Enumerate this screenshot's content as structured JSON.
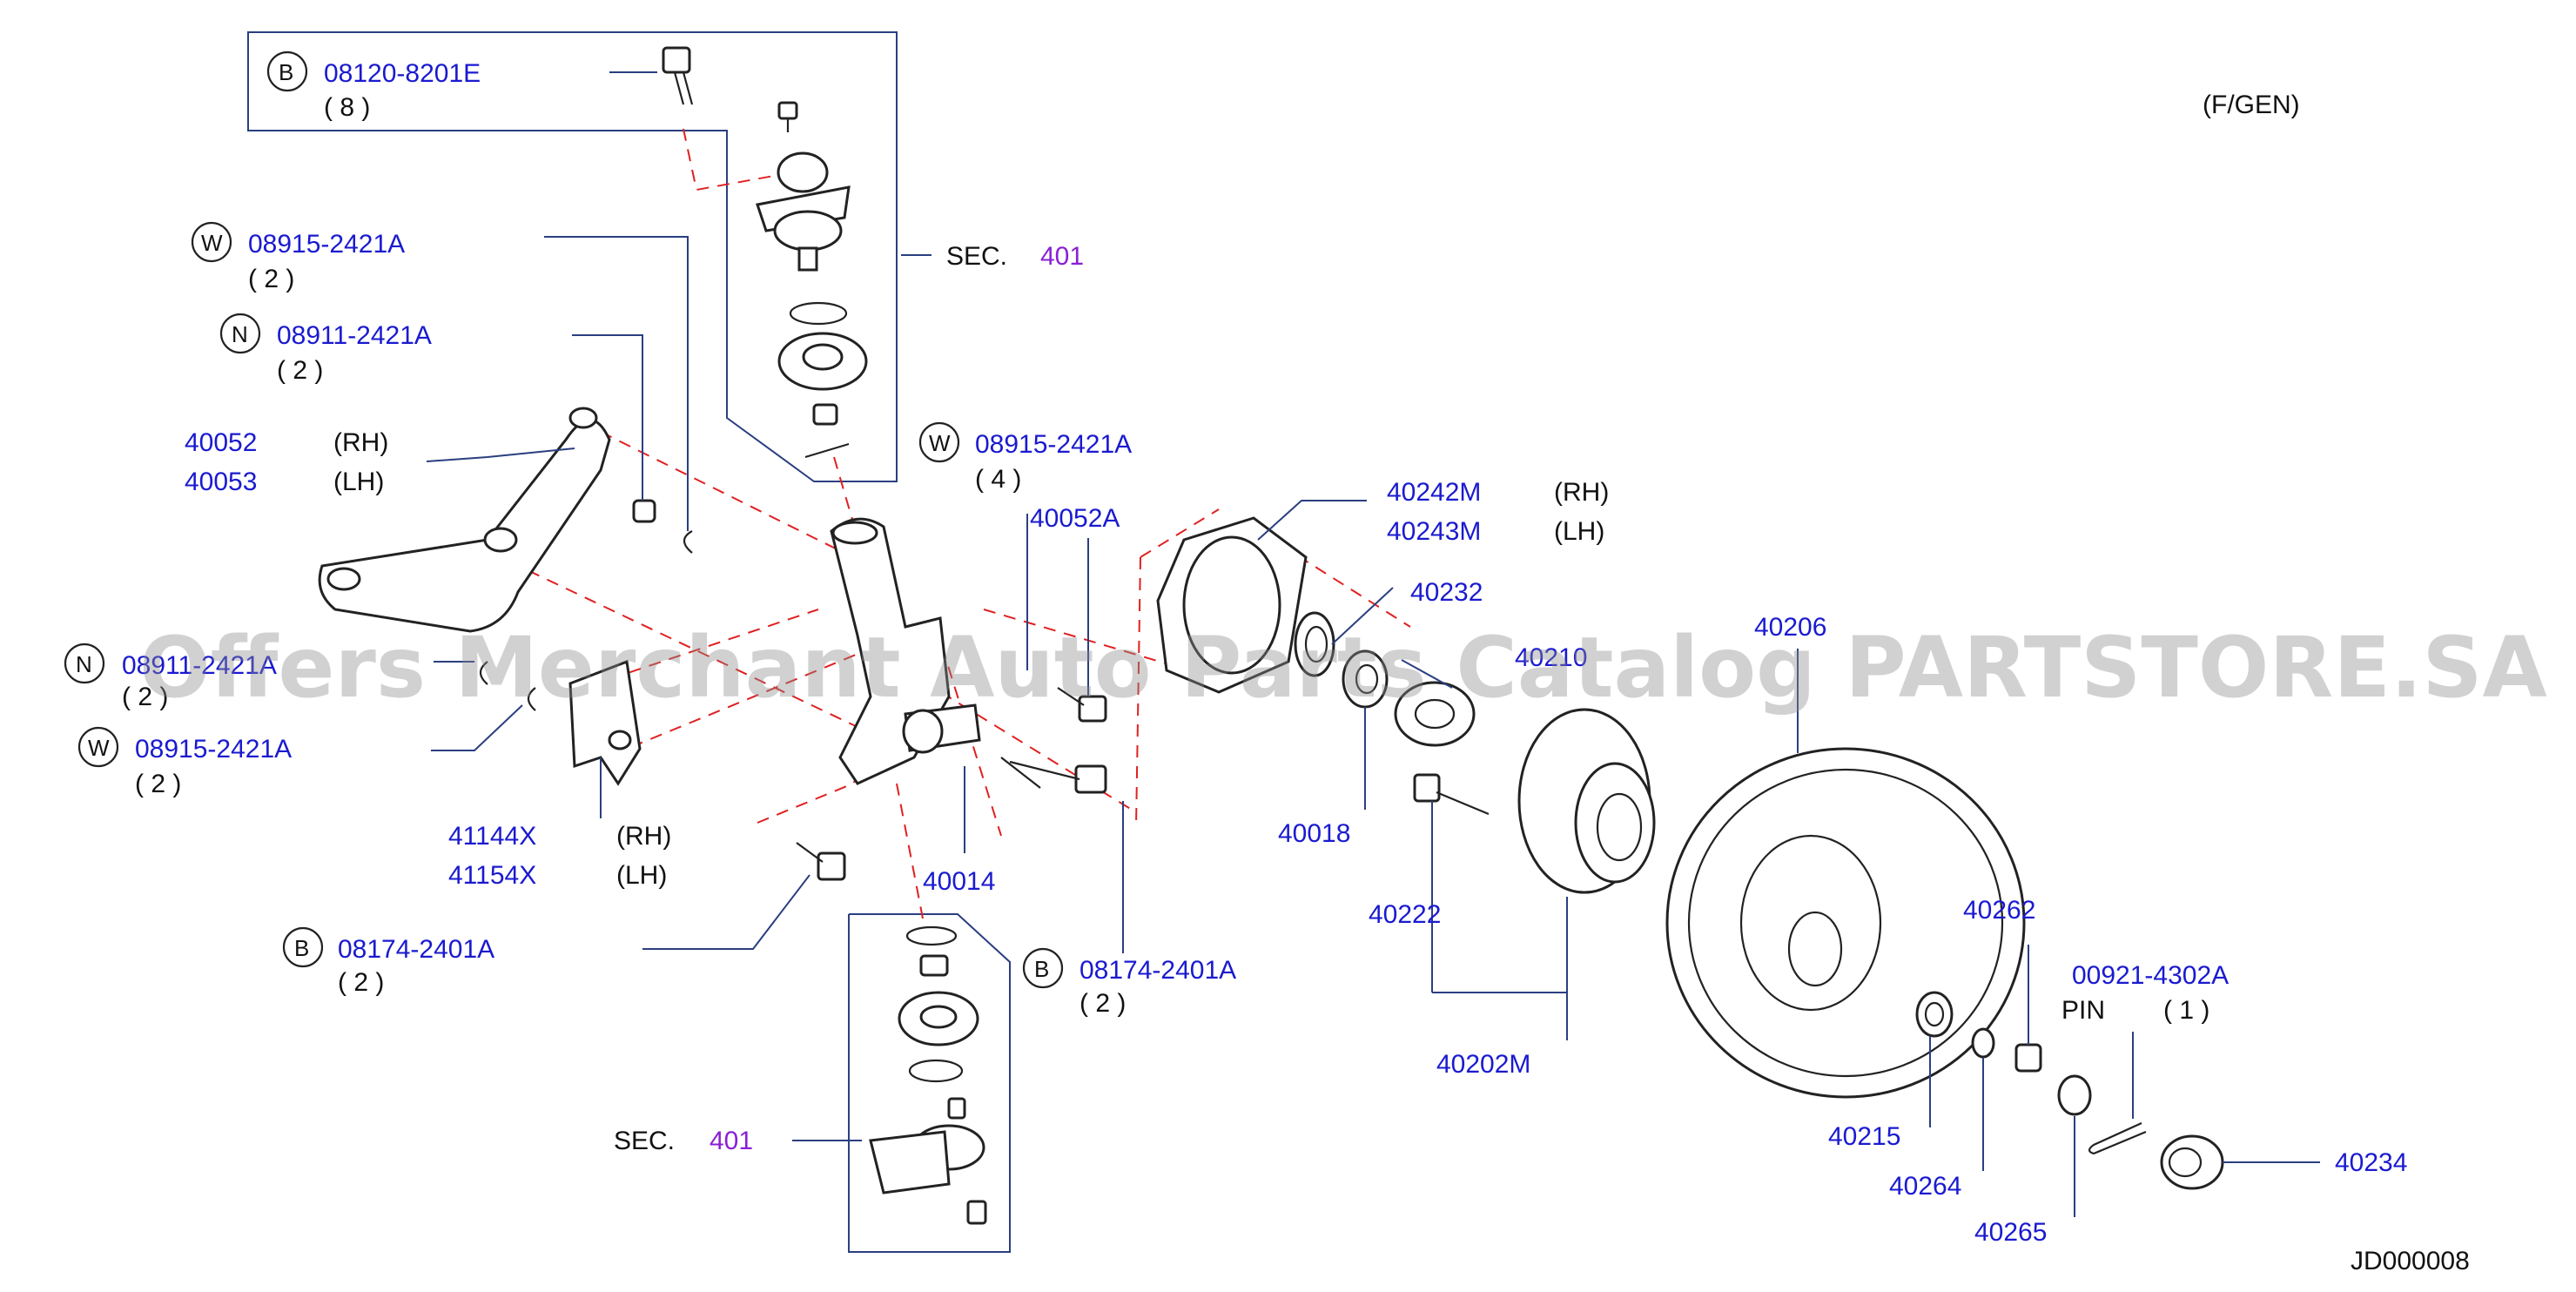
{
  "header": {
    "model_code": "(F/GEN)",
    "diagram_id": "JD000008"
  },
  "watermark": "Offers Merchant Auto Parts Catalog PARTSTORE.SA",
  "colors": {
    "part_number": "#1a1ad0",
    "section_ref": "#8a1fd6",
    "leader": "#2a3f80",
    "dashed_guide": "#e02020"
  },
  "callouts": [
    {
      "badge": "B",
      "number": "08120-8201E",
      "qty": "( 8 )"
    },
    {
      "badge": "W",
      "number": "08915-2421A",
      "qty": "( 2 )"
    },
    {
      "badge": "N",
      "number": "08911-2421A",
      "qty": "( 2 )"
    },
    {
      "badge": "W",
      "number": "08915-2421A",
      "qty": "( 4 )"
    },
    {
      "badge": "N",
      "number": "08911-2421A",
      "qty": "( 2 )"
    },
    {
      "badge": "W",
      "number": "08915-2421A",
      "qty": "( 2 )"
    },
    {
      "badge": "B",
      "number": "08174-2401A",
      "qty": "( 2 )"
    },
    {
      "badge": "B",
      "number": "08174-2401A",
      "qty": "( 2 )"
    }
  ],
  "sections": [
    {
      "prefix": "SEC.",
      "number": "401"
    },
    {
      "prefix": "SEC.",
      "number": "401"
    }
  ],
  "parts": {
    "p40052": "40052",
    "p40052_side": "(RH)",
    "p40053": "40053",
    "p40053_side": "(LH)",
    "p40052A": "40052A",
    "p40242M": "40242M",
    "p40242M_side": "(RH)",
    "p40243M": "40243M",
    "p40243M_side": "(LH)",
    "p40232": "40232",
    "p40210": "40210",
    "p40206": "40206",
    "p40018": "40018",
    "p41144X": "41144X",
    "p41144X_side": "(RH)",
    "p41154X": "41154X",
    "p41154X_side": "(LH)",
    "p40014": "40014",
    "p40222": "40222",
    "p40202M": "40202M",
    "p40262": "40262",
    "p00921": "00921-4302A",
    "pin_label": "PIN",
    "pin_qty": "( 1 )",
    "p40215": "40215",
    "p40264": "40264",
    "p40265": "40265",
    "p40234": "40234"
  }
}
